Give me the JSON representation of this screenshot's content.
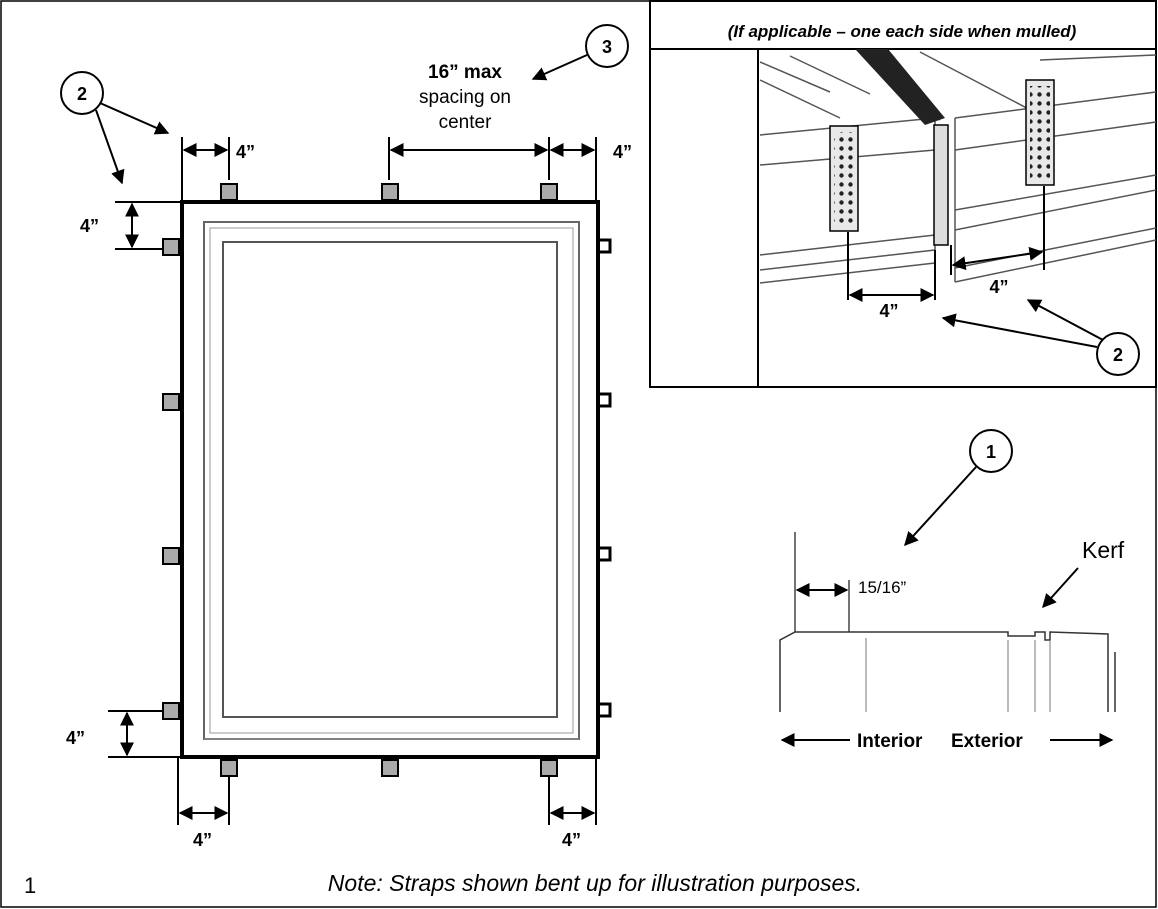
{
  "callouts": {
    "one": "1",
    "two": "2",
    "three": "3"
  },
  "dims": {
    "four": "4”",
    "spacing_max": "16” max",
    "spacing_line2": "spacing on",
    "spacing_line3": "center",
    "kerf_offset": "15/16”"
  },
  "inset_title": "(If applicable – one each side when mulled)",
  "kerf_label": "Kerf",
  "interior_label": "Interior",
  "exterior_label": "Exterior",
  "note": "Note: Straps shown bent up for illustration purposes.",
  "page_number": "1"
}
